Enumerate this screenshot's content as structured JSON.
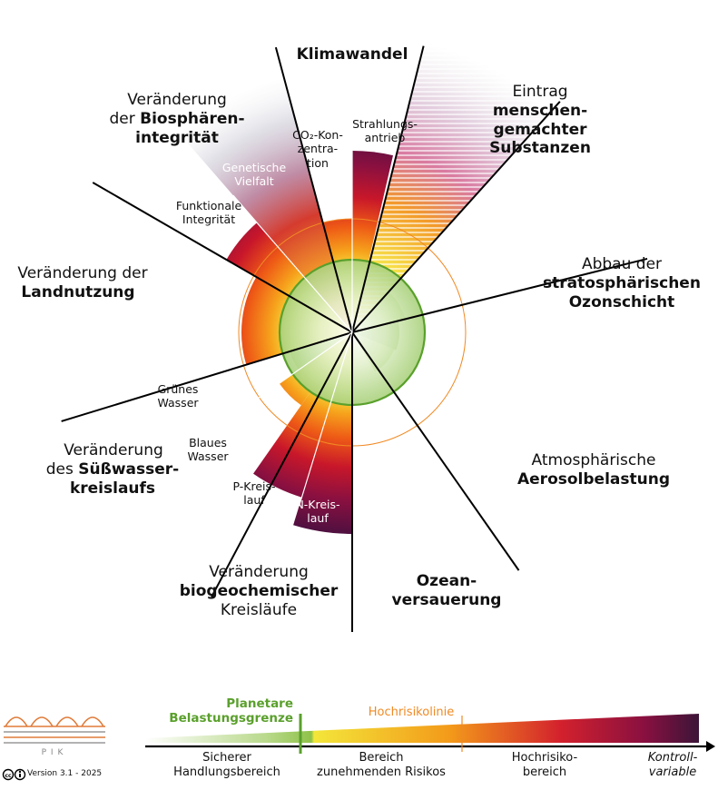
{
  "boundaries": {
    "climate": {
      "title": "Klimawandel",
      "subs": [
        "CO₂-Kon-\nzentra-\ntion",
        "Strahlungs-\nantrieb"
      ]
    },
    "novel": {
      "line1": "Eintrag",
      "line2": "menschen-\ngemachter\nSubstanzen"
    },
    "ozone": {
      "line1": "Abbau der",
      "line2": "stratosphärischen\nOzonschicht"
    },
    "aerosol": {
      "line1": "Atmosphärische",
      "line2": "Aerosolbelastung"
    },
    "ocean": {
      "title": "Ozean-\nversauerung"
    },
    "biogeo": {
      "line1": "Veränderung",
      "line2": "biogeochemischer",
      "line3": "Kreisläufe",
      "subs": [
        "P-Kreis-\nlauf",
        "N-Kreis-\nlauf"
      ]
    },
    "freshwater": {
      "line1": "Veränderung",
      "line2a": "des ",
      "line2b": "Süßwasser-\nkreislaufs",
      "subs": [
        "Grünes\nWasser",
        "Blaues\nWasser"
      ]
    },
    "land": {
      "line1": "Veränderung der",
      "line2": "Landnutzung"
    },
    "biosphere": {
      "line1": "Veränderung",
      "line2a": "der ",
      "line2b": "Biosphären-\nintegrität",
      "subs": [
        "Funktionale\nIntegrität",
        "Genetische\nVielfalt"
      ]
    }
  },
  "legend": {
    "boundary_label": "Planetare\nBelastungsgrenze",
    "high_risk_label": "Hochrisikolinie",
    "zones": [
      "Sicherer\nHandlungsbereich",
      "Bereich\nzunehmenden Risikos",
      "Hochrisiko-\nbereich"
    ],
    "axis_label": "Kontroll-\nvariable",
    "logo_text": "P I K",
    "version": "Version 3.1 - 2025",
    "cc_icon": "cc-by-icon"
  },
  "colors": {
    "safe_green": "#5aa02c",
    "high_risk_orange": "#f08a24",
    "dark_purple": "#4a1040",
    "logo_orange": "#e07b39"
  }
}
